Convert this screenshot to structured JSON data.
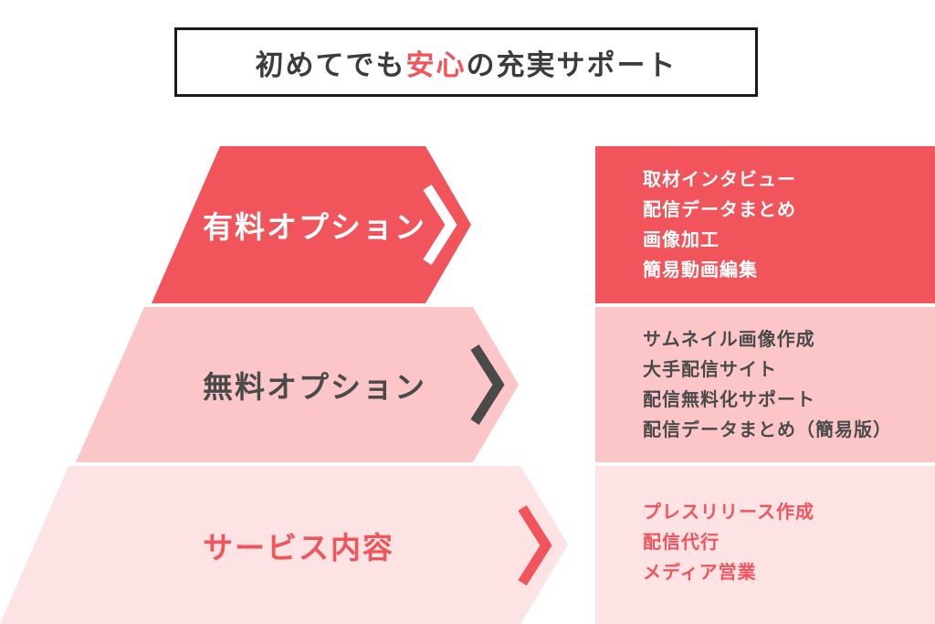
{
  "title": {
    "prefix": "初めてでも",
    "accent": "安心",
    "suffix": "の充実サポート"
  },
  "tiers": [
    {
      "label": "有料オプション",
      "items": [
        "取材インタビュー",
        "配信データまとめ",
        "画像加工",
        "簡易動画編集"
      ],
      "colors": {
        "shape": "#f2545b",
        "label": "#ffffff",
        "chevron": "#ffffff",
        "panel": "#f2545b",
        "text": "#ffffff"
      }
    },
    {
      "label": "無料オプション",
      "items": [
        "サムネイル画像作成",
        "大手配信サイト",
        "配信無料化サポート",
        "配信データまとめ（簡易版）"
      ],
      "colors": {
        "shape": "#fcc6c8",
        "label": "#4a4a4a",
        "chevron": "#4a4a4a",
        "panel": "#fcc6c8",
        "text": "#4a4a4a"
      }
    },
    {
      "label": "サービス内容",
      "items": [
        "プレスリリース作成",
        "配信代行",
        "メディア営業"
      ],
      "colors": {
        "shape": "#fde3e4",
        "label": "#f2545b",
        "chevron": "#f2545b",
        "panel": "#fde3e4",
        "text": "#f2545b"
      }
    }
  ]
}
